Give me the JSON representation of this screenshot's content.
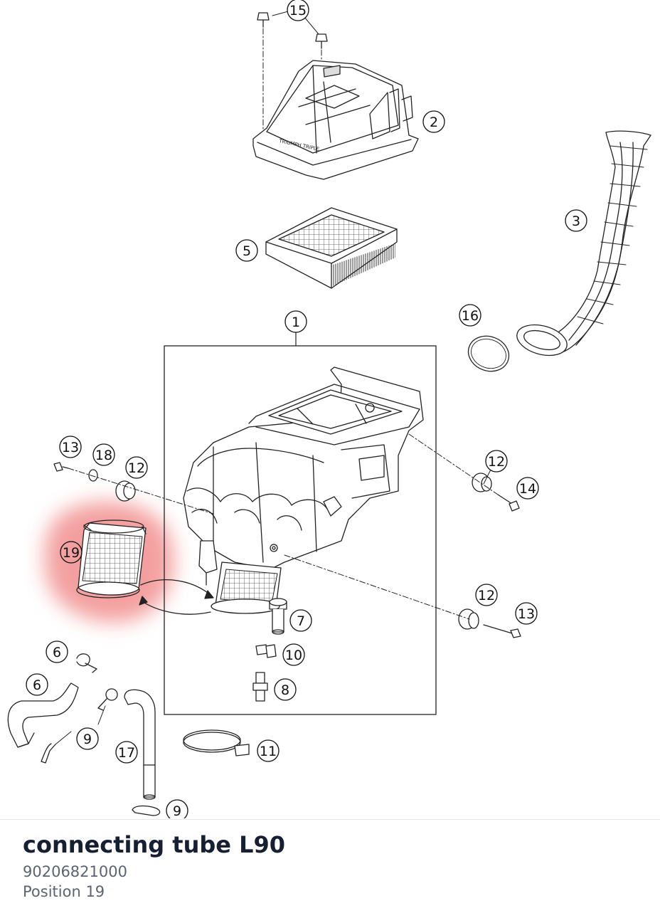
{
  "callouts": [
    {
      "id": "c15",
      "label": "15"
    },
    {
      "id": "c2",
      "label": "2"
    },
    {
      "id": "c3",
      "label": "3"
    },
    {
      "id": "c5",
      "label": "5"
    },
    {
      "id": "c1",
      "label": "1"
    },
    {
      "id": "c16",
      "label": "16"
    },
    {
      "id": "c13a",
      "label": "13"
    },
    {
      "id": "c18",
      "label": "18"
    },
    {
      "id": "c12a",
      "label": "12"
    },
    {
      "id": "c12b",
      "label": "12"
    },
    {
      "id": "c14",
      "label": "14"
    },
    {
      "id": "c19",
      "label": "19"
    },
    {
      "id": "c12c",
      "label": "12"
    },
    {
      "id": "c13b",
      "label": "13"
    },
    {
      "id": "c7",
      "label": "7"
    },
    {
      "id": "c6a",
      "label": "6"
    },
    {
      "id": "c10",
      "label": "10"
    },
    {
      "id": "c6b",
      "label": "6"
    },
    {
      "id": "c8",
      "label": "8"
    },
    {
      "id": "c9a",
      "label": "9"
    },
    {
      "id": "c11",
      "label": "11"
    },
    {
      "id": "c17",
      "label": "17"
    },
    {
      "id": "c9b",
      "label": "9"
    }
  ],
  "cover_text": "TRIUMPH TRIPLE",
  "highlight_color": "#f08080",
  "selected_part": {
    "name": "connecting tube L90",
    "part_number": "90206821000",
    "position": "Position 19"
  }
}
